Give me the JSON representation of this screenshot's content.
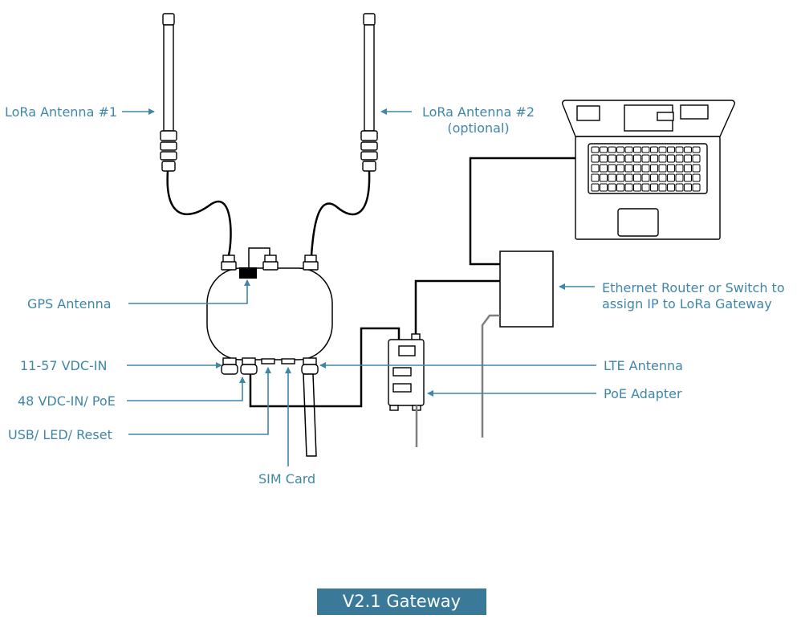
{
  "diagram": {
    "labels": {
      "lora_antenna_1": "LoRa Antenna #1",
      "lora_antenna_2_line1": "LoRa Antenna #2",
      "lora_antenna_2_line2": "(optional)",
      "gps_antenna": "GPS Antenna",
      "vdc_in": "11-57 VDC-IN",
      "poe_in": "48 VDC-IN/ PoE",
      "usb_led_reset": "USB/ LED/ Reset",
      "sim_card": "SIM Card",
      "router_line1": "Ethernet Router or Switch to",
      "router_line2": "assign IP to LoRa Gateway",
      "lte_antenna": "LTE Antenna",
      "poe_adapter": "PoE Adapter"
    },
    "title": "V2.1 Gateway",
    "colors": {
      "label_text": "#3f86a9",
      "arrow": "#3f86a9",
      "title_bg": "#3a7a98",
      "title_text": "#ffffff",
      "device_line": "#000000",
      "power_cable": "#7f7f7f"
    }
  }
}
